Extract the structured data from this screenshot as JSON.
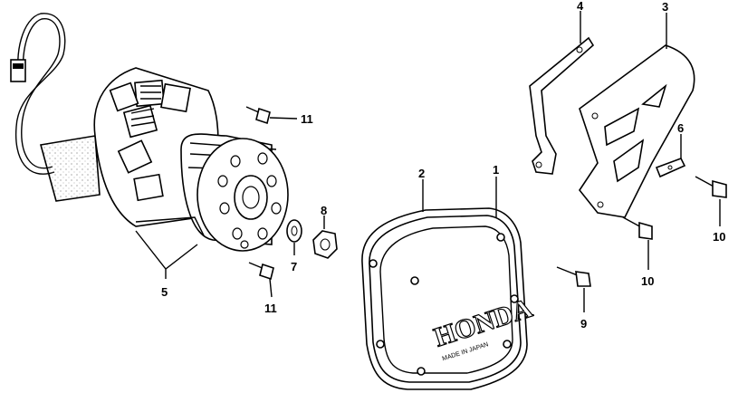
{
  "diagram": {
    "callouts": {
      "c1": "1",
      "c2": "2",
      "c3": "3",
      "c4": "4",
      "c5": "5",
      "c6": "6",
      "c7": "7",
      "c8": "8",
      "c9": "9",
      "c10a": "10",
      "c10b": "10",
      "c11a": "11",
      "c11b": "11"
    },
    "cover_logo": "HONDA",
    "cover_made_in": "MADE IN JAPAN"
  }
}
